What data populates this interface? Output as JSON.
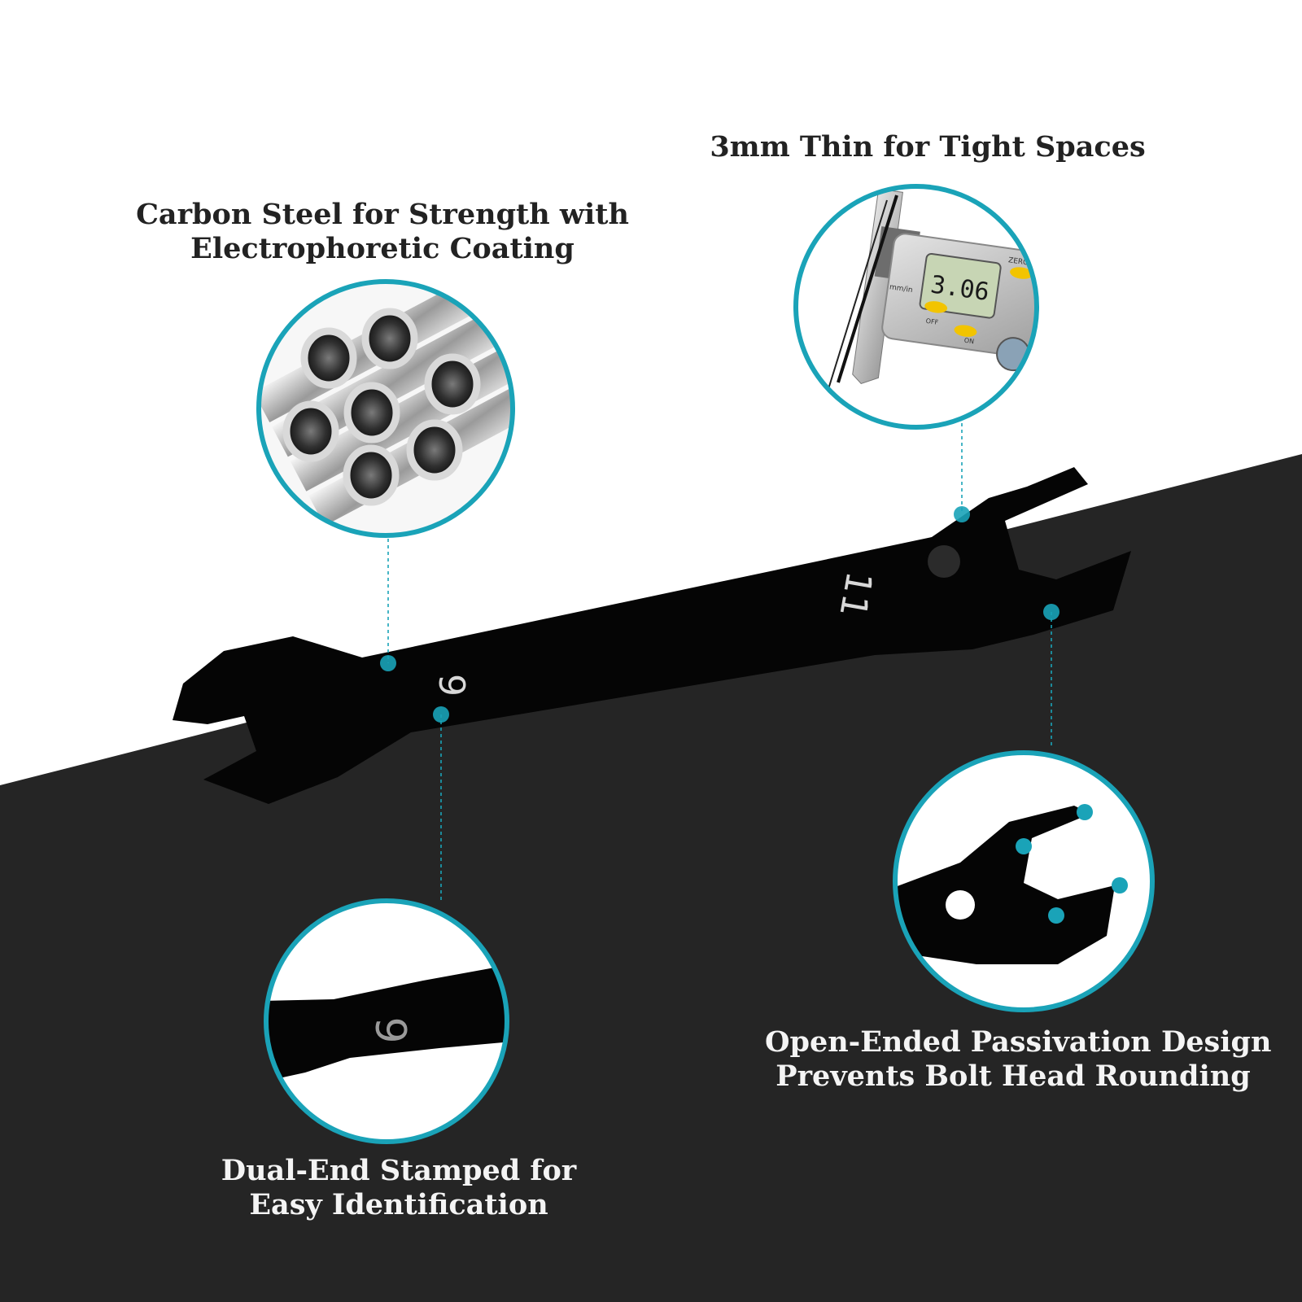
{
  "colors": {
    "accent": "#1aa3b8",
    "background_top": "#ffffff",
    "background_bottom": "#252525",
    "wrench": "#050505",
    "caption_dark": "#222222",
    "caption_light": "#f4f4f4"
  },
  "wrench": {
    "size_small": "9",
    "size_large": "11"
  },
  "callouts": {
    "steel": {
      "icon": "steel-tubes-icon",
      "caption_line1": "Carbon Steel for Strength with",
      "caption_line2": "Electrophoretic Coating"
    },
    "thin": {
      "icon": "caliper-icon",
      "caption_line1": "3mm Thin for Tight Spaces",
      "caliper": {
        "reading": "3.06",
        "zero_label": "ZERO",
        "unit_label": "mm/in",
        "off_label": "OFF",
        "on_label": "ON"
      }
    },
    "stamp": {
      "icon": "stamped-size-icon",
      "caption_line1": "Dual-End Stamped for",
      "caption_line2": "Easy Identification"
    },
    "open_end": {
      "icon": "open-end-jaw-icon",
      "caption_line1": "Open-Ended Passivation Design",
      "caption_line2": "Prevents Bolt Head Rounding"
    }
  }
}
